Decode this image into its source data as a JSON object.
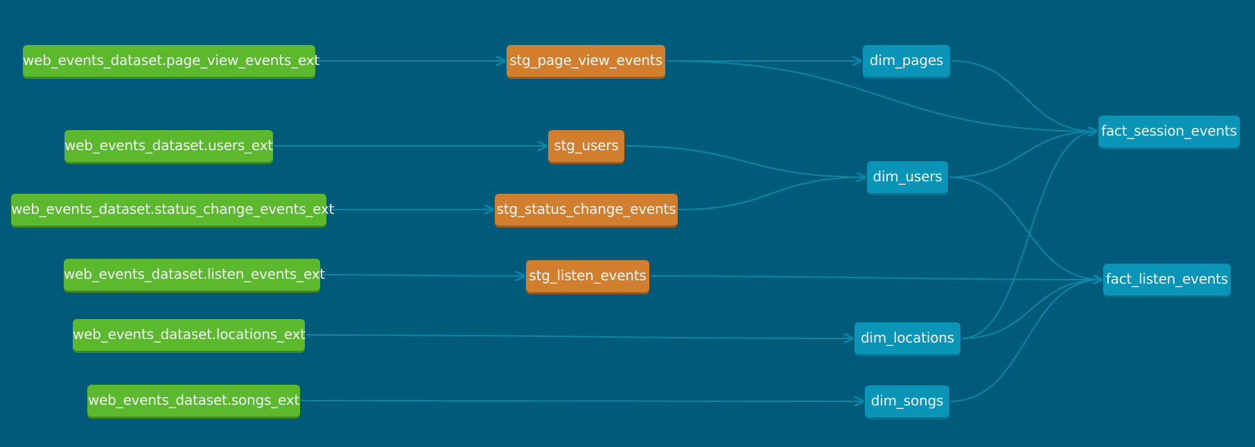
{
  "colors": {
    "background": "#005a7a",
    "source": "#5cb82c",
    "staging": "#d17f2e",
    "model": "#0a94b8",
    "edge": "#0a86a8"
  },
  "nodes": {
    "src_page_view": "web_events_dataset.page_view_events_ext",
    "src_users": "web_events_dataset.users_ext",
    "src_status_change": "web_events_dataset.status_change_events_ext",
    "src_listen": "web_events_dataset.listen_events_ext",
    "src_locations": "web_events_dataset.locations_ext",
    "src_songs": "web_events_dataset.songs_ext",
    "stg_page_view": "stg_page_view_events",
    "stg_users": "stg_users",
    "stg_status_change": "stg_status_change_events",
    "stg_listen": "stg_listen_events",
    "dim_pages": "dim_pages",
    "dim_users": "dim_users",
    "dim_locations": "dim_locations",
    "dim_songs": "dim_songs",
    "fact_session": "fact_session_events",
    "fact_listen": "fact_listen_events"
  },
  "edges": [
    [
      "src_page_view",
      "stg_page_view"
    ],
    [
      "src_users",
      "stg_users"
    ],
    [
      "src_status_change",
      "stg_status_change"
    ],
    [
      "src_listen",
      "stg_listen"
    ],
    [
      "src_locations",
      "dim_locations"
    ],
    [
      "src_songs",
      "dim_songs"
    ],
    [
      "stg_page_view",
      "dim_pages"
    ],
    [
      "stg_page_view",
      "fact_session"
    ],
    [
      "stg_users",
      "dim_users"
    ],
    [
      "stg_status_change",
      "dim_users"
    ],
    [
      "stg_listen",
      "fact_listen"
    ],
    [
      "dim_pages",
      "fact_session"
    ],
    [
      "dim_users",
      "fact_session"
    ],
    [
      "dim_users",
      "fact_listen"
    ],
    [
      "dim_locations",
      "fact_session"
    ],
    [
      "dim_locations",
      "fact_listen"
    ],
    [
      "dim_songs",
      "fact_listen"
    ]
  ]
}
